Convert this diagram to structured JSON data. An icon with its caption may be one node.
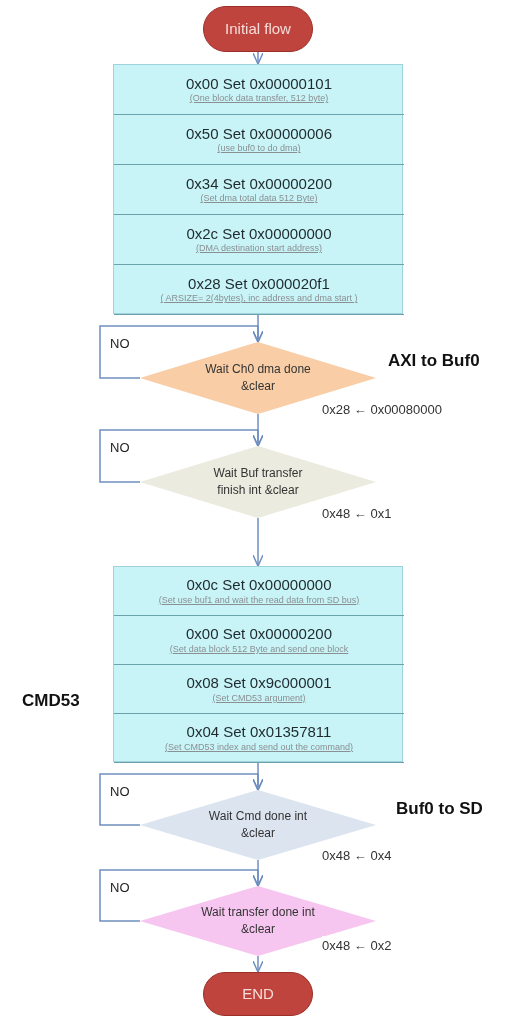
{
  "diagram": {
    "nodes": [
      {
        "text": [
          "Initial flow"
        ]
      },
      {
        "text": [],
        "shape": "box"
      },
      {
        "text": [
          "0x00 Set 0x00000101",
          "(One block data transfer, 512 byte)"
        ],
        "in": 1
      },
      {
        "text": [
          "0x50 Set 0x00000006",
          "(use buf0 to do dma)"
        ],
        "in": 1
      },
      {
        "text": [
          "0x34 Set 0x00000200",
          "(Set dma total data 512 Byte)"
        ],
        "in": 1
      },
      {
        "text": [
          "0x2c Set 0x00000000",
          "(DMA destination start address)"
        ],
        "in": 1
      },
      {
        "text": [
          "0x28 Set 0x000020f1",
          "( ARSIZE= 2(4bytes), inc address and dma start )"
        ],
        "in": 1
      },
      {
        "text": [
          "Wait Ch0 dma done &clear"
        ],
        "beside": [
          "0x28 ← 0x00080000"
        ]
      },
      {
        "text": [
          "Wait Buf transfer finish int &clear"
        ],
        "beside": [
          "0x48 ← 0x1"
        ]
      },
      {
        "text": [],
        "shape": "box"
      },
      {
        "text": [
          "0x0c Set 0x00000000",
          "(Set use buf1 and wait the read data from SD bus)"
        ],
        "in": 9
      },
      {
        "text": [
          "0x00 Set 0x00000200",
          "(Set data block 512 Byte and send one block"
        ],
        "in": 9
      },
      {
        "text": [
          "0x08 Set 0x9c000001",
          "(Set CMD53 argument)"
        ],
        "in": 9
      },
      {
        "text": [
          "0x04 Set 0x01357811",
          "(Set CMD53 index and send out the command)"
        ],
        "in": 9
      },
      {
        "text": [
          "Wait Cmd done int &clear"
        ],
        "beside": [
          "0x48 ← 0x4"
        ]
      },
      {
        "text": [
          "Wait transfer done int &clear"
        ],
        "beside": [
          "0x48 ← 0x2"
        ]
      },
      {
        "text": [
          "END"
        ]
      }
    ],
    "edges": [
      {
        "from": 0,
        "to": 1,
        "arrow": "to"
      },
      {
        "from": 1,
        "to": 7,
        "arrow": "to"
      },
      {
        "from": 7,
        "to": 7,
        "arrow": "to",
        "label": "NO"
      },
      {
        "from": 7,
        "to": 8,
        "arrow": "to"
      },
      {
        "from": 8,
        "to": 8,
        "arrow": "to",
        "label": "NO"
      },
      {
        "from": 8,
        "to": 9,
        "arrow": "to"
      },
      {
        "from": 9,
        "to": 14,
        "arrow": "to"
      },
      {
        "from": 14,
        "to": 14,
        "arrow": "to",
        "label": "NO"
      },
      {
        "from": 14,
        "to": 15,
        "arrow": "to"
      },
      {
        "from": 15,
        "to": 15,
        "arrow": "to",
        "label": "NO"
      },
      {
        "from": 15,
        "to": 16,
        "arrow": "to"
      }
    ],
    "labels": [
      "AXI to Buf0",
      "CMD53",
      "Buf0 to SD"
    ]
  }
}
